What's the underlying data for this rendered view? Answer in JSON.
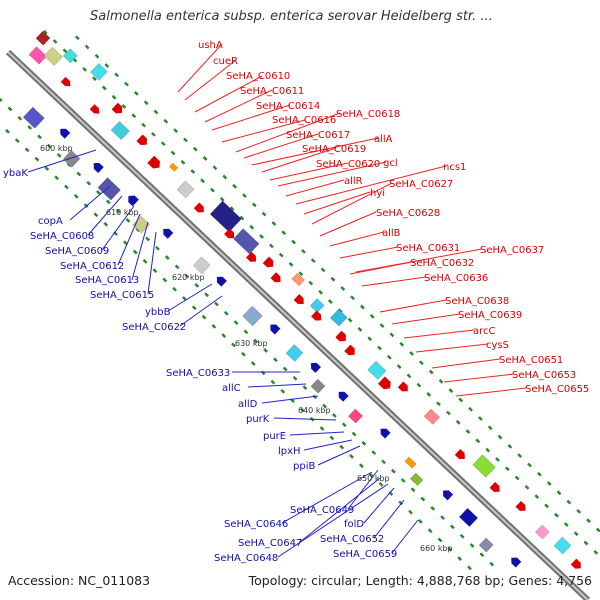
{
  "title": "Salmonella enterica subsp. enterica serovar Heidelberg str. ...",
  "footer": {
    "accession": "Accession: NC_011083",
    "topology": "Topology: circular; Length: 4,888,768 bp; Genes: 4,756"
  },
  "kbp_ticks": [
    "600 kbp",
    "610 kbp",
    "620 kbp",
    "630 kbp",
    "640 kbp",
    "650 kbp",
    "660 kbp"
  ],
  "forward_labels": [
    "ushA",
    "cueR",
    "SeHA_C0610",
    "SeHA_C0611",
    "SeHA_C0614",
    "SeHA_C0616",
    "SeHA_C0618",
    "SeHA_C0617",
    "allA",
    "SeHA_C0619",
    "SeHA_C0620",
    "gcl",
    "allR",
    "ncs1",
    "hyi",
    "SeHA_C0627",
    "SeHA_C0628",
    "allB",
    "SeHA_C0631",
    "SeHA_C0637",
    "SeHA_C0632",
    "SeHA_C0636",
    "SeHA_C0638",
    "SeHA_C0639",
    "arcC",
    "cysS",
    "SeHA_C0651",
    "SeHA_C0653",
    "SeHA_C0655"
  ],
  "reverse_labels": [
    "ybaK",
    "copA",
    "SeHA_C0608",
    "SeHA_C0609",
    "SeHA_C0612",
    "SeHA_C0613",
    "SeHA_C0615",
    "ybbB",
    "SeHA_C0622",
    "SeHA_C0633",
    "allC",
    "allD",
    "purK",
    "purE",
    "lpxH",
    "ppiB",
    "SeHA_C0649",
    "SeHA_C0646",
    "SeHA_C0647",
    "folD",
    "SeHA_C0648",
    "SeHA_C0652",
    "SeHA_C0659"
  ],
  "colors": {
    "forward": "#dd0000",
    "reverse": "#1010aa",
    "backbone": "#8a8a8a",
    "tick": "#2a8a2a"
  }
}
